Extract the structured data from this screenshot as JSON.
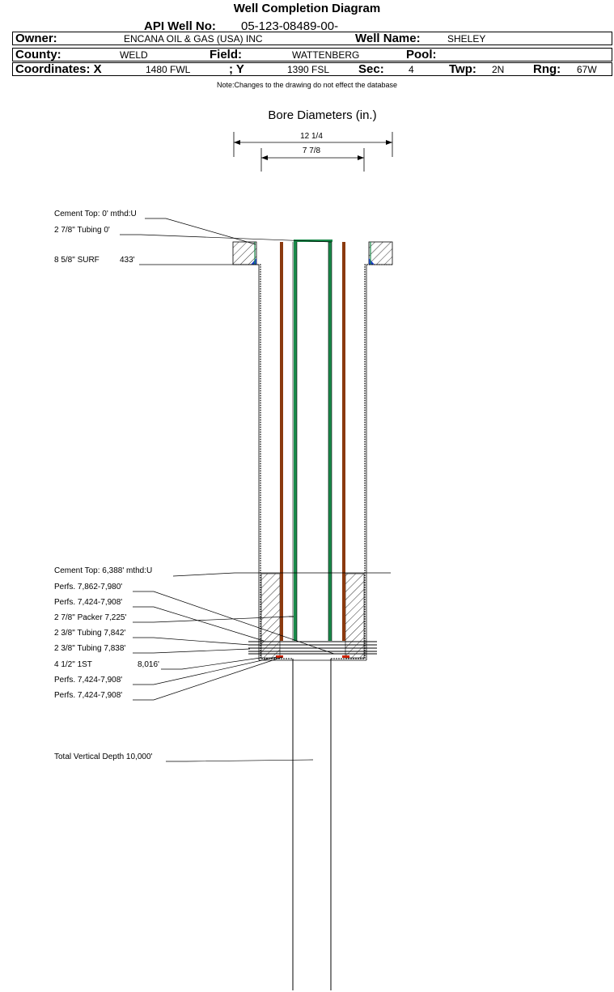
{
  "title": "Well Completion Diagram",
  "api": {
    "label": "API Well No:",
    "value": "05-123-08489-00-"
  },
  "row1": {
    "owner_label": "Owner:",
    "owner_value": "ENCANA OIL & GAS (USA) INC",
    "wellname_label": "Well Name:",
    "wellname_value": "SHELEY"
  },
  "row2": {
    "county_label": "County:",
    "county_value": "WELD",
    "field_label": "Field:",
    "field_value": "WATTENBERG",
    "pool_label": "Pool:",
    "pool_value": ""
  },
  "row3": {
    "coordx_label": "Coordinates: X",
    "coordx_value": "1480 FWL",
    "y_label": "; Y",
    "y_value": "1390 FSL",
    "sec_label": "Sec:",
    "sec_value": "4",
    "twp_label": "Twp:",
    "twp_value": "2N",
    "rng_label": "Rng:",
    "rng_value": "67W"
  },
  "note": "Note:Changes to the drawing do not effect the database",
  "bore": {
    "title": "Bore Diameters (in.)",
    "d1": "12 1/4",
    "d2": "7 7/8"
  },
  "labels": {
    "cement_top_1": "Cement Top: 0' mthd:U",
    "tubing_0": "2 7/8\" Tubing 0'",
    "surf_casing": "8 5/8\" SURF",
    "surf_depth": "433'",
    "cement_top_2": "Cement Top: 6,388' mthd:U",
    "perfs_1": "Perfs. 7,862-7,980'",
    "perfs_2": "Perfs. 7,424-7,908'",
    "packer": "2 7/8\" Packer 7,225'",
    "tubing_7842": "2 3/8\" Tubing 7,842'",
    "tubing_7838": "2 3/8\" Tubing 7,838'",
    "first_string": "4 1/2\" 1ST",
    "first_string_depth": "8,016'",
    "perfs_3": "Perfs. 7,424-7,908'",
    "perfs_4": "Perfs. 7,424-7,908'",
    "tvd": "Total Vertical Depth 10,000'"
  },
  "colors": {
    "tubing": "#1a8a4a",
    "casing_inner": "#8b3a0f",
    "cement_blue": "#1c3fcf",
    "perf_red": "#cc2200"
  }
}
